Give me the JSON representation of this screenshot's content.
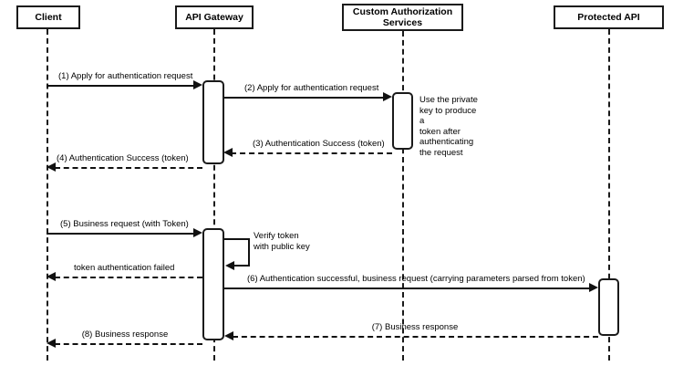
{
  "diagram": {
    "type": "uml-sequence-diagram",
    "title": "API Gateway token authentication sequence",
    "background_color": "#ffffff",
    "line_color": "#111111",
    "text_color": "#000000"
  },
  "participants": [
    {
      "id": "client",
      "label": "Client"
    },
    {
      "id": "gateway",
      "label": "API Gateway"
    },
    {
      "id": "authsvc",
      "label": "Custom Authorization\nServices"
    },
    {
      "id": "protected",
      "label": "Protected API"
    }
  ],
  "messages": [
    {
      "seq": "1",
      "label": "(1) Apply for authentication request",
      "from": "client",
      "to": "gateway",
      "style": "solid",
      "direction": "right"
    },
    {
      "seq": "2",
      "label": "(2) Apply for authentication request",
      "from": "gateway",
      "to": "authsvc",
      "style": "solid",
      "direction": "right"
    },
    {
      "seq": "3",
      "label": "(3) Authentication Success (token)",
      "from": "authsvc",
      "to": "gateway",
      "style": "dashed",
      "direction": "left"
    },
    {
      "seq": "4",
      "label": "(4) Authentication Success (token)",
      "from": "gateway",
      "to": "client",
      "style": "dashed",
      "direction": "left"
    },
    {
      "seq": "5",
      "label": "(5) Business request (with Token)",
      "from": "client",
      "to": "gateway",
      "style": "solid",
      "direction": "right"
    },
    {
      "seq": "self",
      "label": "Verify token\nwith public key",
      "from": "gateway",
      "to": "gateway",
      "style": "solid",
      "direction": "self"
    },
    {
      "seq": "fail",
      "label": "token authentication failed",
      "from": "gateway",
      "to": "client",
      "style": "dashed",
      "direction": "left"
    },
    {
      "seq": "6",
      "label": "(6) Authentication successful, business request (carrying parameters parsed from token)",
      "from": "gateway",
      "to": "protected",
      "style": "solid",
      "direction": "right"
    },
    {
      "seq": "7",
      "label": "(7) Business response",
      "from": "protected",
      "to": "gateway",
      "style": "dashed",
      "direction": "left"
    },
    {
      "seq": "8",
      "label": "(8) Business response",
      "from": "gateway",
      "to": "client",
      "style": "dashed",
      "direction": "left"
    }
  ],
  "notes": [
    {
      "id": "note-private-key",
      "attached_to": "authsvc",
      "label": "Use the private\nkey to produce a\ntoken after\nauthenticating\nthe request"
    }
  ]
}
